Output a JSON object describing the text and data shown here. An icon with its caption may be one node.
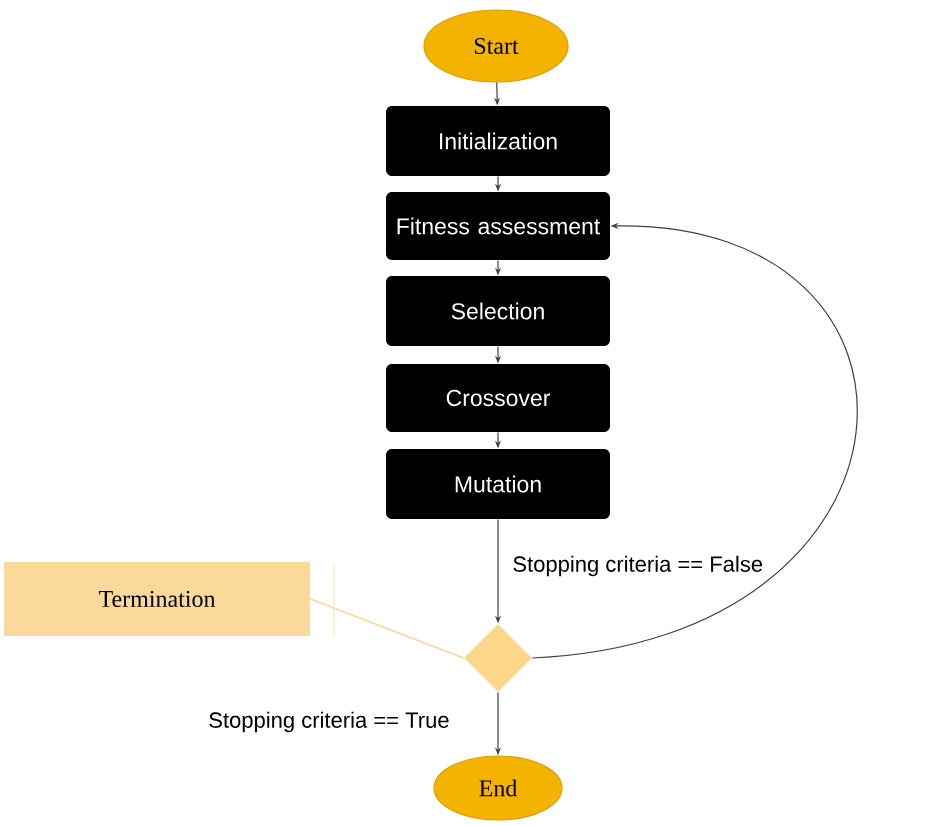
{
  "diagram": {
    "nodes": [
      {
        "text": [
          "Start"
        ]
      },
      {
        "text": [
          "Initialization"
        ]
      },
      {
        "text": [
          "Fitness assessment"
        ]
      },
      {
        "text": [
          "Selection"
        ]
      },
      {
        "text": [
          "Crossover"
        ]
      },
      {
        "text": [
          "Mutation"
        ]
      },
      {
        "text": [
          "Termination"
        ]
      },
      {
        "text": [],
        "shape": "diamond"
      },
      {
        "text": [
          "End"
        ]
      }
    ],
    "edges": [
      {
        "from": 0,
        "to": 1,
        "arrow": "to"
      },
      {
        "from": 1,
        "to": 2,
        "arrow": "to"
      },
      {
        "from": 2,
        "to": 3,
        "arrow": "to"
      },
      {
        "from": 3,
        "to": 4,
        "arrow": "to"
      },
      {
        "from": 4,
        "to": 5,
        "arrow": "to"
      },
      {
        "from": 5,
        "to": 7,
        "arrow": "to"
      },
      {
        "from": 7,
        "to": 2,
        "arrow": "to",
        "label": "Stopping criteria == False"
      },
      {
        "from": 7,
        "to": 8,
        "arrow": "to",
        "label": "Stopping criteria == True"
      },
      {
        "from": 6,
        "to": 7,
        "arrow": "none",
        "color": "#f7d89a"
      }
    ]
  }
}
